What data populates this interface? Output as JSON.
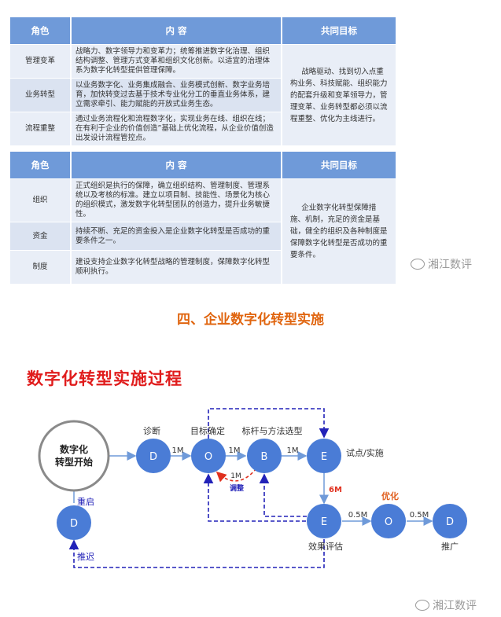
{
  "table1": {
    "headers": [
      "角色",
      "内 容",
      "共同目标"
    ],
    "rows": [
      {
        "role": "管理变革",
        "content": "战略力、数字领导力和变革力；统筹推进数字化治理、组织结构调整、管理方式变革和组织文化创新。以适宜的治理体系为数字化转型提供管理保障。"
      },
      {
        "role": "业务转型",
        "content": "以业务数字化、业务集成融合、业务模式创新、数字业务培育，加快转变过去基于技术专业化分工的垂直业务体系，建立需求牵引、能力赋能的开放式业务生态。"
      },
      {
        "role": "流程重整",
        "content": "通过业务流程化和流程数字化，实现业务在线、组织在线；在有利于企业的价值创造”基础上优化流程，从企业价值创造出发设计流程管控点。"
      }
    ],
    "goal": "战略驱动、找到切入点重构业务、科技赋能、组织能力的配套升级和变革领导力，管理变革、业务转型都必须以流程重整、优化为主线进行。"
  },
  "table2": {
    "headers": [
      "角色",
      "内 容",
      "共同目标"
    ],
    "rows": [
      {
        "role": "组织",
        "content": "正式组织是执行的保障，确立组织结构、管理制度、管理系统以及考核的标准。建立以项目制、技能性、场景化为核心的组织模式，激发数字化转型团队的创造力，提升业务敏捷性。"
      },
      {
        "role": "资金",
        "content": "持续不断、充足的资金投入是企业数字化转型是否成功的重要条件之一。"
      },
      {
        "role": "制度",
        "content": "建设支持企业数字化转型战略的管理制度，保障数字化转型顺利执行。"
      }
    ],
    "goal": "企业数字化转型保障措施、机制，充足的资金是基础，健全的组织及各种制度是保障数字化转型是否成功的重要条件。"
  },
  "watermark": "湘江数评",
  "section_heading": "四、企业数字化转型实施",
  "process_title": "数字化转型实施过程",
  "flow": {
    "start": [
      "数字化",
      "转型开始"
    ],
    "nodes": {
      "diagnose": {
        "letter": "D",
        "label": "诊断"
      },
      "objective": {
        "letter": "O",
        "label": "目标确定"
      },
      "benchmark": {
        "letter": "B",
        "label": "标杆与方法选型"
      },
      "pilot": {
        "letter": "E",
        "label": "试点/实施"
      },
      "evaluate": {
        "letter": "E",
        "label": "效果评估"
      },
      "optimize": {
        "letter": "O",
        "label": "优化"
      },
      "promote": {
        "letter": "D",
        "label": "推广"
      },
      "restart": {
        "letter": "D",
        "label": ""
      }
    },
    "durations": {
      "d_o": "1M",
      "o_b": "1M",
      "b_e": "1M",
      "adjust": "1M",
      "pilot_eval": "6M",
      "e_o": "0.5M",
      "o_d": "0.5M"
    },
    "labels": {
      "adjust": "调整",
      "restart": "重启",
      "postpone": "推迟"
    },
    "colors": {
      "node": "#4a7cd6",
      "arrow": "#6f9ad9",
      "dashed": "#2222b8",
      "red": "#e0301e",
      "orange": "#e06020",
      "start_border": "#8a8a8a"
    }
  }
}
